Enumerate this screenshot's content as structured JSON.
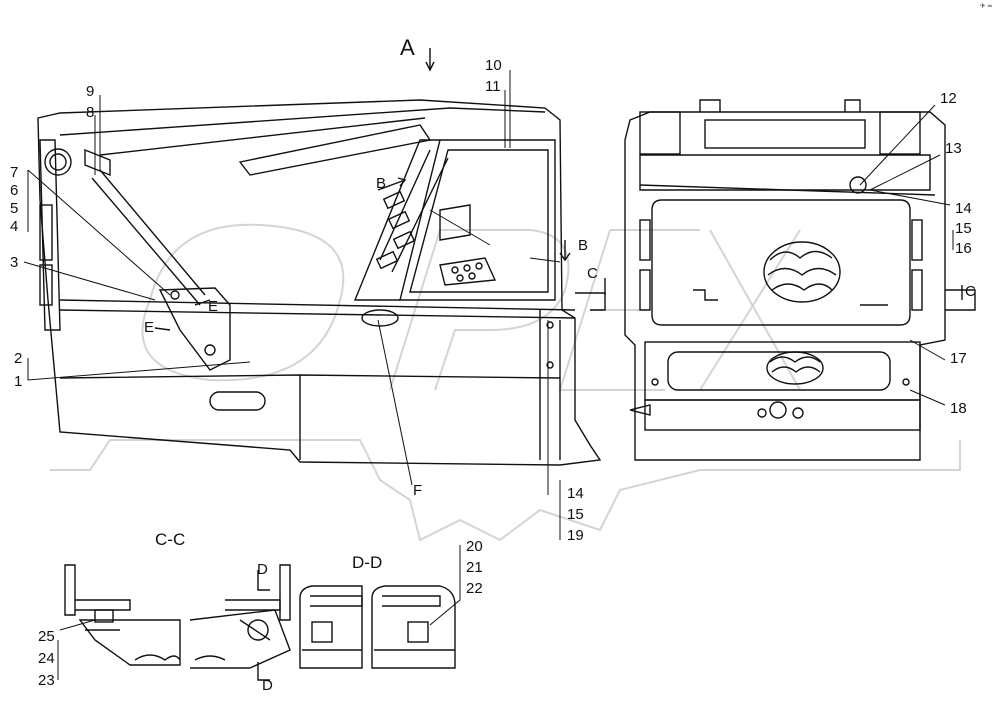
{
  "title": "A",
  "watermark": "OPEX",
  "corner_mark": "✈ ═",
  "section_titles": {
    "cc": "C-C",
    "dd": "D-D"
  },
  "cut_letters": {
    "b": "B",
    "c": "C",
    "d": "D",
    "e": "E",
    "f": "F"
  },
  "callouts": [
    "1",
    "2",
    "3",
    "4",
    "5",
    "6",
    "7",
    "8",
    "9",
    "10",
    "11",
    "12",
    "13",
    "14",
    "15",
    "16",
    "17",
    "18",
    "19",
    "20",
    "21",
    "22",
    "23",
    "24",
    "25"
  ]
}
